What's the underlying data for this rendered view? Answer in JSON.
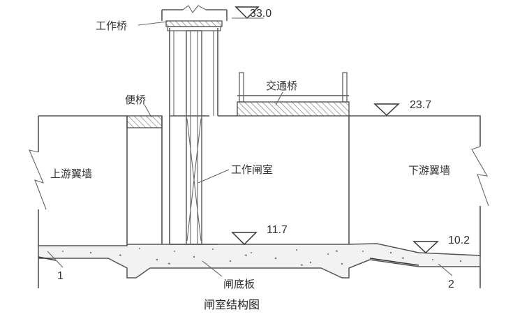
{
  "labels": {
    "work_bridge": "工作桥",
    "service_bridge": "便桥",
    "traffic_bridge": "交通桥",
    "upstream_wing_wall": "上游翼墙",
    "downstream_wing_wall": "下游翼墙",
    "gate_chamber": "工作闸室",
    "floor_slab": "闸底板",
    "marker_1": "1",
    "marker_2": "2"
  },
  "elevations": {
    "top": "33.0",
    "bridge_deck": "23.7",
    "floor": "11.7",
    "downstream": "10.2"
  },
  "caption": "闸室结构图",
  "colors": {
    "line": "#555555",
    "text": "#333333",
    "concrete": "#f2f2f2",
    "hatch": "#777777"
  }
}
